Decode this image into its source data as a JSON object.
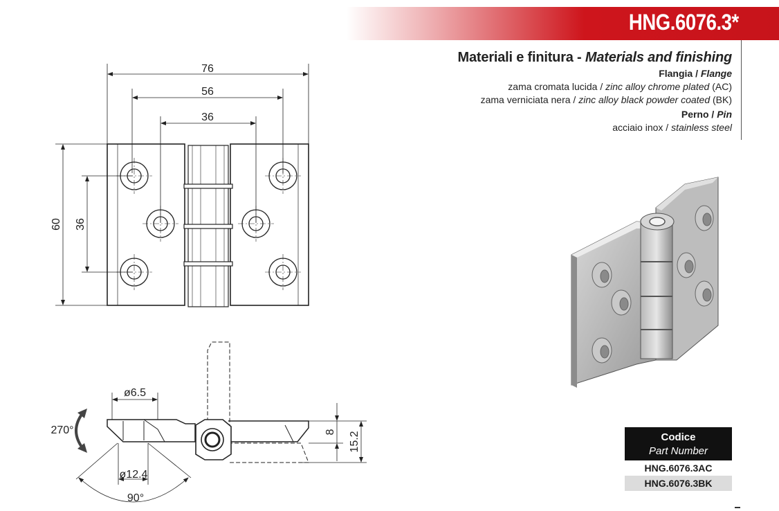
{
  "header": {
    "code": "HNG.6076.3*",
    "accent_color": "#ce151c"
  },
  "materials": {
    "heading_it": "Materiali e finitura",
    "heading_sep": " - ",
    "heading_en": "Materials and finishing",
    "flange": {
      "title_it": "Flangia",
      "title_en": "Flange",
      "lines": [
        {
          "it": "zama cromata lucida",
          "en": "zinc alloy chrome plated",
          "code": "(AC)"
        },
        {
          "it": "zama verniciata nera",
          "en": "zinc alloy black powder coated",
          "code": "(BK)"
        }
      ]
    },
    "pin": {
      "title_it": "Perno",
      "title_en": "Pin",
      "line": {
        "it": "acciaio inox",
        "en": "stainless steel"
      }
    }
  },
  "drawing": {
    "dim_76": "76",
    "dim_56": "56",
    "dim_36_h": "36",
    "dim_60": "60",
    "dim_36_v": "36",
    "dim_d65": "ø6.5",
    "dim_d124": "ø12.4",
    "dim_8": "8",
    "dim_152": "15.2",
    "angle_270": "270°",
    "angle_90": "90°"
  },
  "parts": {
    "head_it": "Codice",
    "head_en": "Part Number",
    "rows": [
      "HNG.6076.3AC",
      "HNG.6076.3BK"
    ]
  }
}
